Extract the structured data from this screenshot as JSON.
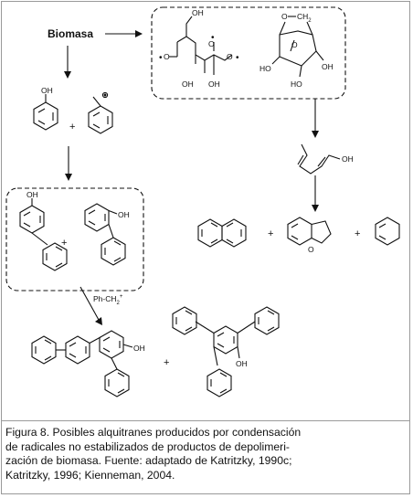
{
  "diagram": {
    "start_label": "Biomasa",
    "reagent_label": "Ph-CH",
    "reagent_sub": "2",
    "reagent_sup": "+",
    "radical_dot": "•",
    "plus": "+",
    "phenol_group": "OH",
    "sugar_oh": "OH",
    "sugar_ho": "HO",
    "levo_o": "O",
    "levo_ch2": "CH",
    "levo_sub": "2",
    "furan_o": "O"
  },
  "caption": {
    "lines": [
      "Figura 8. Posibles alquitranes producidos por condensación",
      "de radicales no estabilizados de productos de depolimeri-",
      "zación de biomasa. Fuente: adaptado de Katritzky, 1990c;",
      "Katritzky, 1996; Kienneman, 2004."
    ]
  }
}
